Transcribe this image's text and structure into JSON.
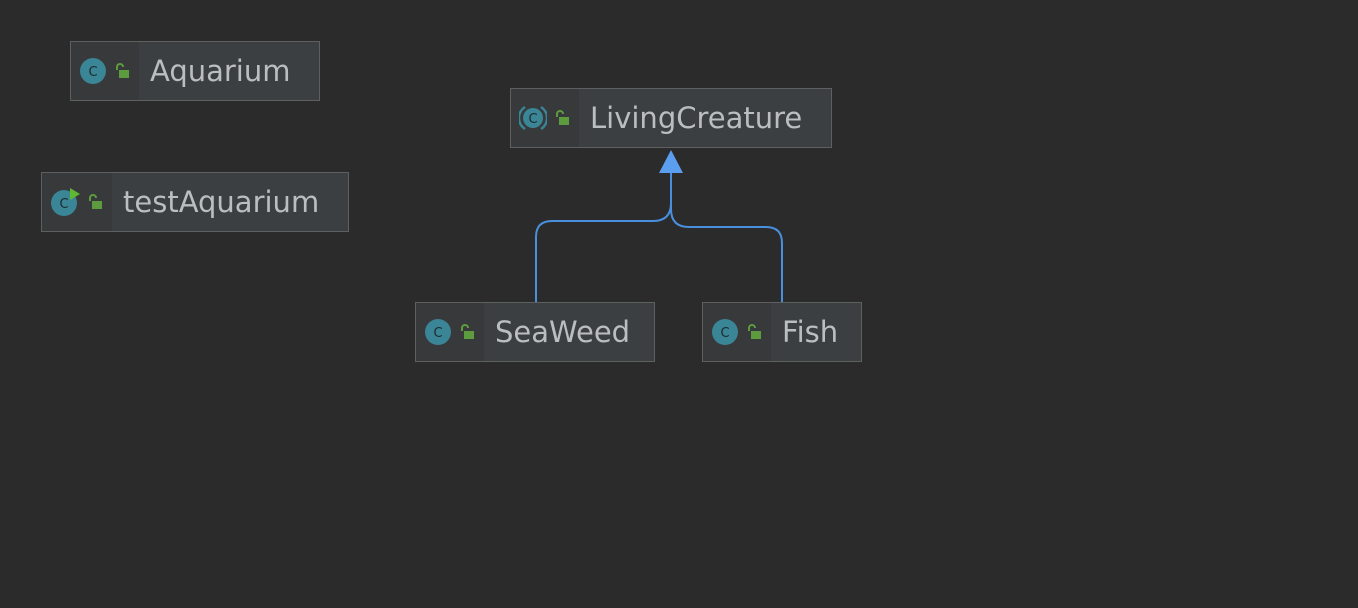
{
  "diagram": {
    "classes": [
      {
        "id": "aquarium",
        "name": "Aquarium",
        "kind": "class",
        "visibility": "public"
      },
      {
        "id": "testAquarium",
        "name": "testAquarium",
        "kind": "runnable-class",
        "visibility": "public"
      },
      {
        "id": "livingCreature",
        "name": "LivingCreature",
        "kind": "abstract-class",
        "visibility": "public"
      },
      {
        "id": "seaWeed",
        "name": "SeaWeed",
        "kind": "class",
        "visibility": "public"
      },
      {
        "id": "fish",
        "name": "Fish",
        "kind": "class",
        "visibility": "public"
      }
    ],
    "relations": [
      {
        "type": "extends",
        "from": "seaWeed",
        "to": "livingCreature"
      },
      {
        "type": "extends",
        "from": "fish",
        "to": "livingCreature"
      }
    ],
    "colors": {
      "background": "#2b2b2b",
      "node_fill": "#3c3f41",
      "node_border": "#5e6060",
      "label": "#bbbec1",
      "class_icon": "#3a8596",
      "lock_icon": "#5c9c3f",
      "run_marker": "#5fb832",
      "edge": "#4a8fdd",
      "arrowhead": "#5b9ef0"
    },
    "icons": {
      "class": "class-icon",
      "abstract_class": "abstract-class-icon",
      "runnable_class": "runnable-class-icon",
      "visibility": "open-lock-icon"
    }
  }
}
